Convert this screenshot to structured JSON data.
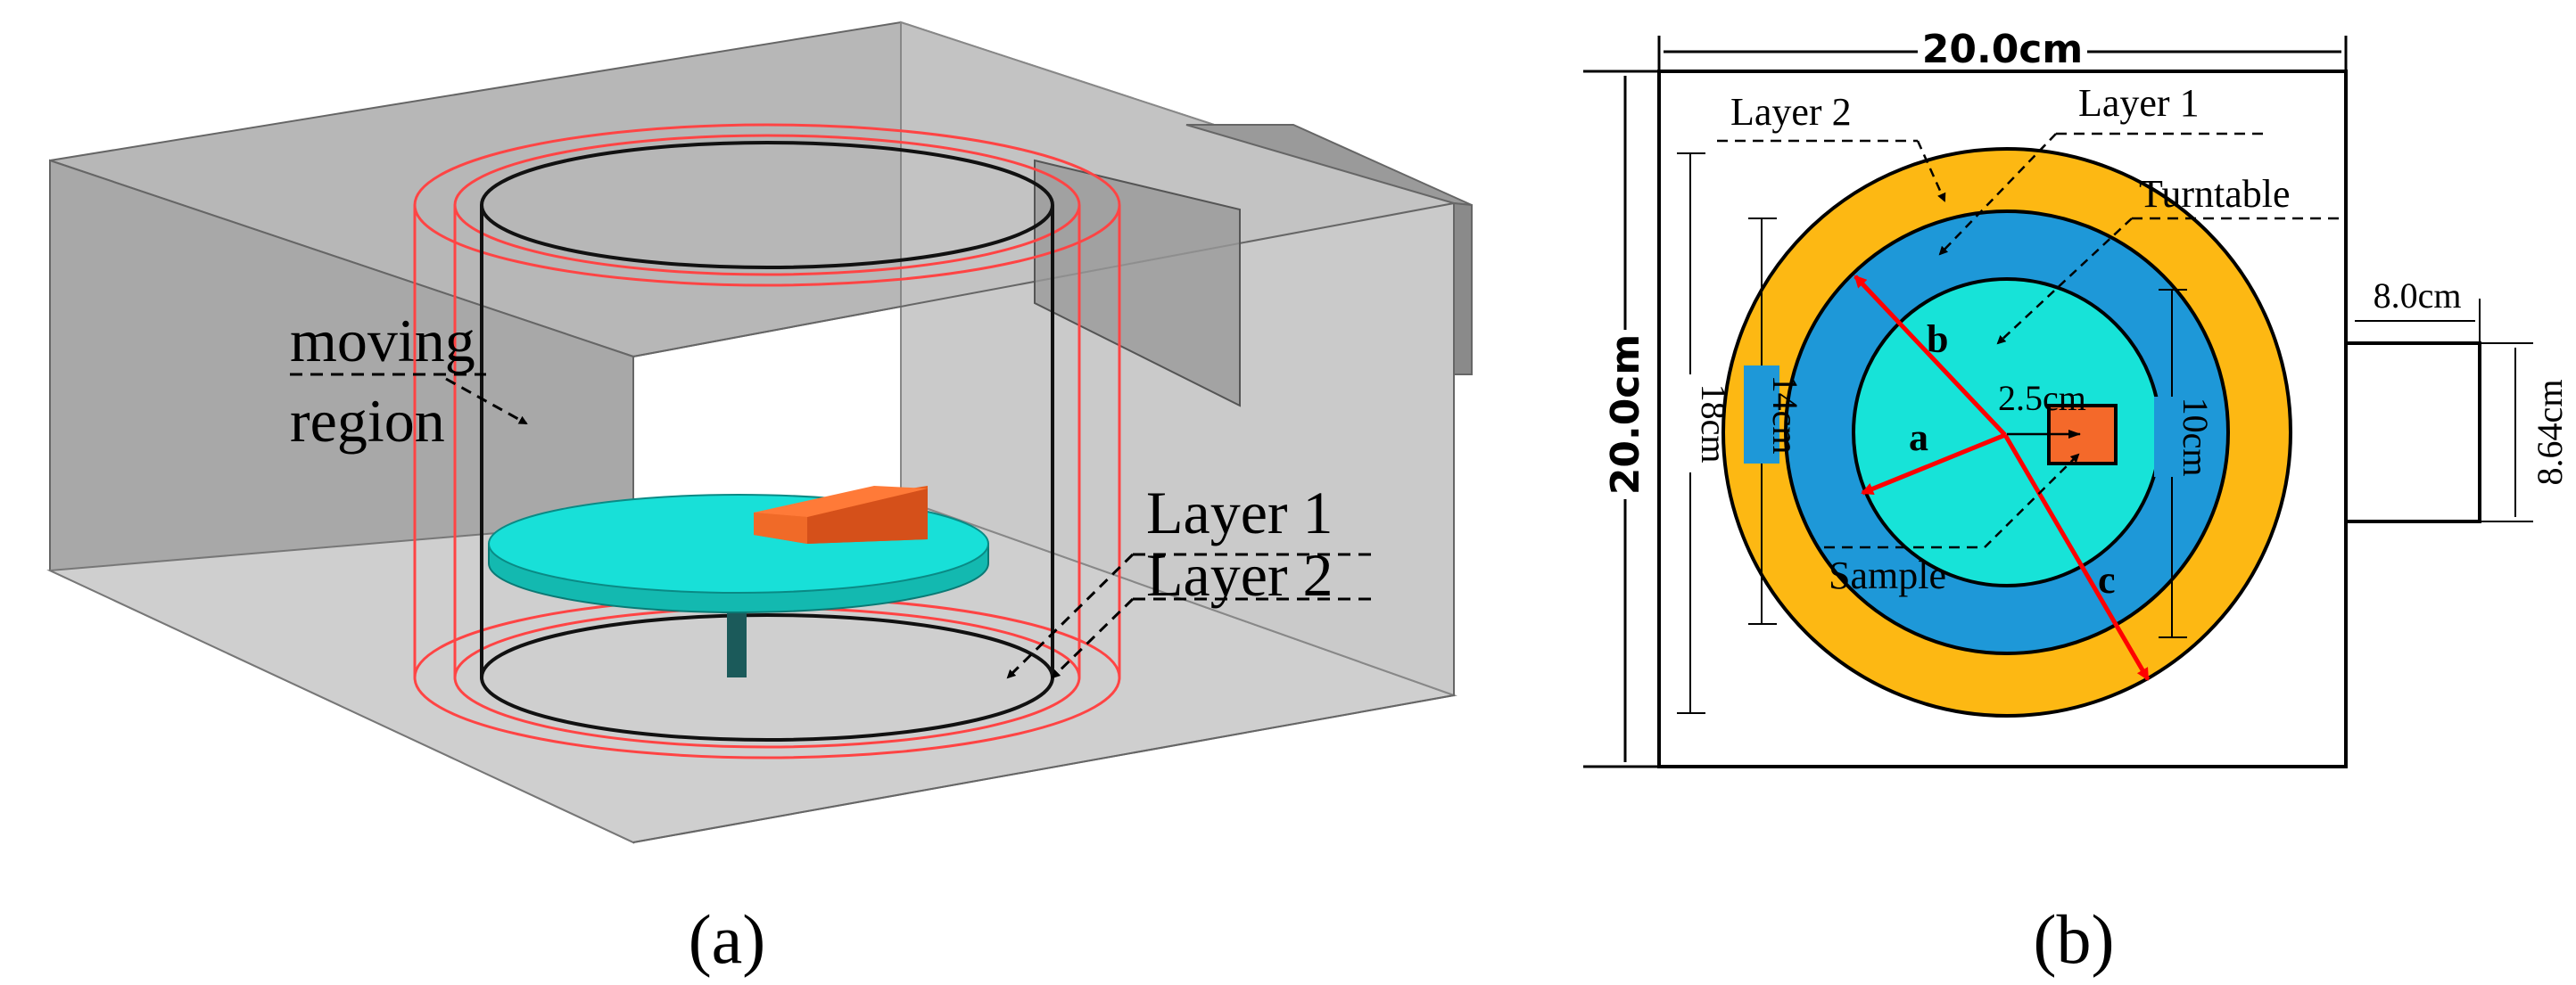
{
  "panel_a": {
    "caption": "(a)",
    "labels": {
      "moving_region_line1": "moving",
      "moving_region_line2": "region",
      "layer1": "Layer 1",
      "layer2": "Layer 2"
    }
  },
  "panel_b": {
    "caption": "(b)",
    "labels": {
      "layer2": "Layer 2",
      "layer1": "Layer 1",
      "turntable": "Turntable",
      "sample": "Sample",
      "radius_a": "a",
      "radius_b": "b",
      "radius_c": "c"
    },
    "dimensions": {
      "top_width": "20.0cm",
      "left_height": "20.0cm",
      "outer_diameter": "18cm",
      "middle_diameter": "14cm",
      "inner_diameter": "10cm",
      "sample_offset": "2.5cm",
      "port_width": "8.0cm",
      "port_height": "8.64cm"
    },
    "colors": {
      "layer2": "#FDB813",
      "layer1": "#1E98D8",
      "turntable": "#17E3D8",
      "sample": "#F4692A",
      "radius_lines": "#FF0000"
    }
  }
}
